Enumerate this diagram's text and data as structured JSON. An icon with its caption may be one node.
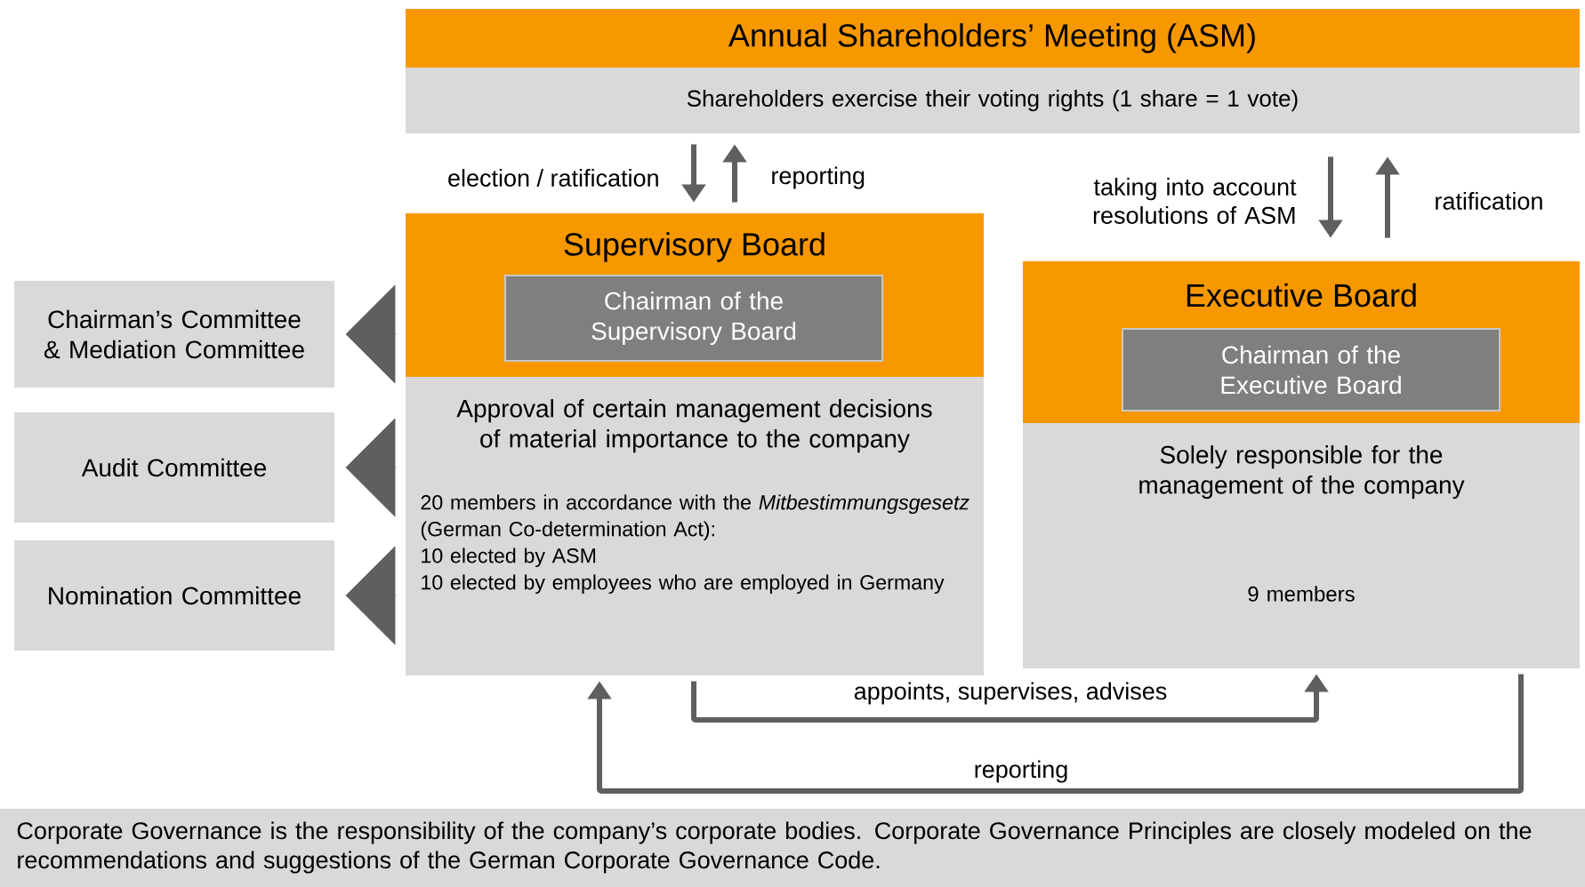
{
  "diagram": {
    "nodes": [
      {
        "text": [
          "Annual Shareholders’ Meeting (ASM)",
          "Shareholders exercise their voting rights (1 share = 1 vote)"
        ]
      },
      {
        "text": [
          "Supervisory Board",
          "Approval of certain management decisions of material importance to the company",
          "20 members in accordance with the *Mitbestimmungsgesetz* (German Co-determination Act):",
          "10 elected by ASM",
          "10 elected by employees who are employed in Germany"
        ]
      },
      {
        "text": [
          "Chairman of the Supervisory Board"
        ],
        "in": 1
      },
      {
        "text": [
          "Executive Board",
          "Solely responsible for the management of the company",
          "9 members"
        ]
      },
      {
        "text": [
          "Chairman of the Executive Board"
        ],
        "in": 3
      },
      {
        "text": [
          "Chairman’s Committee & Mediation Committee"
        ]
      },
      {
        "text": [
          "Audit Committee"
        ]
      },
      {
        "text": [
          "Nomination Committee"
        ]
      }
    ],
    "edges": [
      {
        "from": 0,
        "to": 1,
        "arrow": "to",
        "label": "election / ratification"
      },
      {
        "from": 1,
        "to": 0,
        "arrow": "to",
        "label": "reporting"
      },
      {
        "from": 0,
        "to": 3,
        "arrow": "to",
        "label": "taking into account resolutions of ASM"
      },
      {
        "from": 3,
        "to": 0,
        "arrow": "to",
        "label": "ratification"
      },
      {
        "from": 1,
        "to": 3,
        "arrow": "to",
        "label": "appoints, supervises, advises"
      },
      {
        "from": 3,
        "to": 1,
        "arrow": "to",
        "label": "reporting"
      },
      {
        "from": 1,
        "to": 5,
        "arrow": "to"
      },
      {
        "from": 1,
        "to": 6,
        "arrow": "to"
      },
      {
        "from": 1,
        "to": 7,
        "arrow": "to"
      }
    ],
    "caption": "Corporate Governance is the responsibility of the company’s corporate bodies. Corporate Governance Principles are closely modeled on the recommendations and suggestions of the German Corporate Governance Code."
  }
}
